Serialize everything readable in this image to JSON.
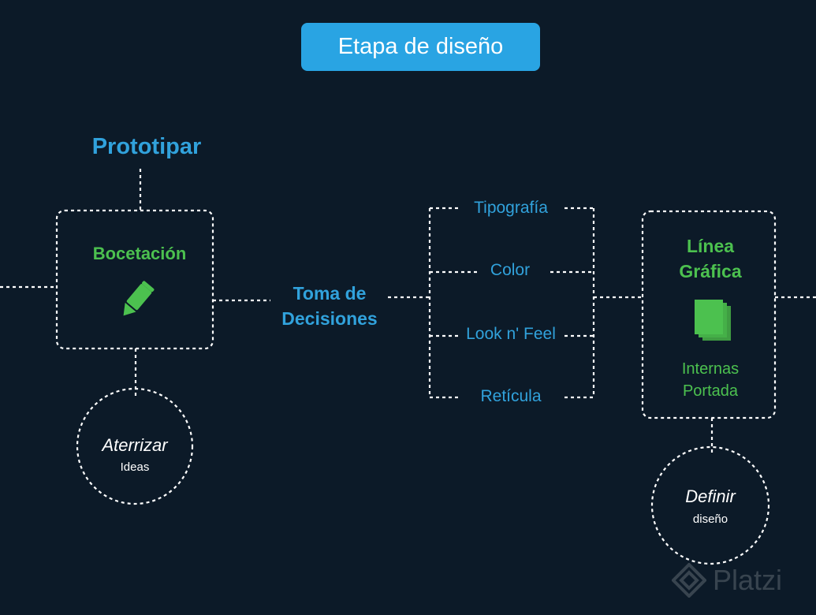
{
  "header": {
    "title": "Etapa de diseño"
  },
  "prototipar": {
    "label": "Prototipar",
    "box_label": "Bocetación",
    "icon": "pencil-icon"
  },
  "aterrizar": {
    "title": "Aterrizar",
    "subtitle": "Ideas"
  },
  "decisiones": {
    "line1": "Toma de",
    "line2": "Decisiones"
  },
  "options": [
    "Tipografía",
    "Color",
    "Look n' Feel",
    "Retícula"
  ],
  "linea_grafica": {
    "line1": "Línea",
    "line2": "Gráfica",
    "icon": "documents-icon",
    "sub1": "Internas",
    "sub2": "Portada"
  },
  "definir": {
    "title": "Definir",
    "subtitle": "diseño"
  },
  "watermark": {
    "text": "Platzi",
    "icon": "platzi-logo-icon"
  },
  "colors": {
    "background": "#0c1a28",
    "title_pill": "#29a4e3",
    "blue_text": "#31a2dc",
    "green_text": "#4cc14f",
    "dashed_lines": "#ffffff"
  }
}
